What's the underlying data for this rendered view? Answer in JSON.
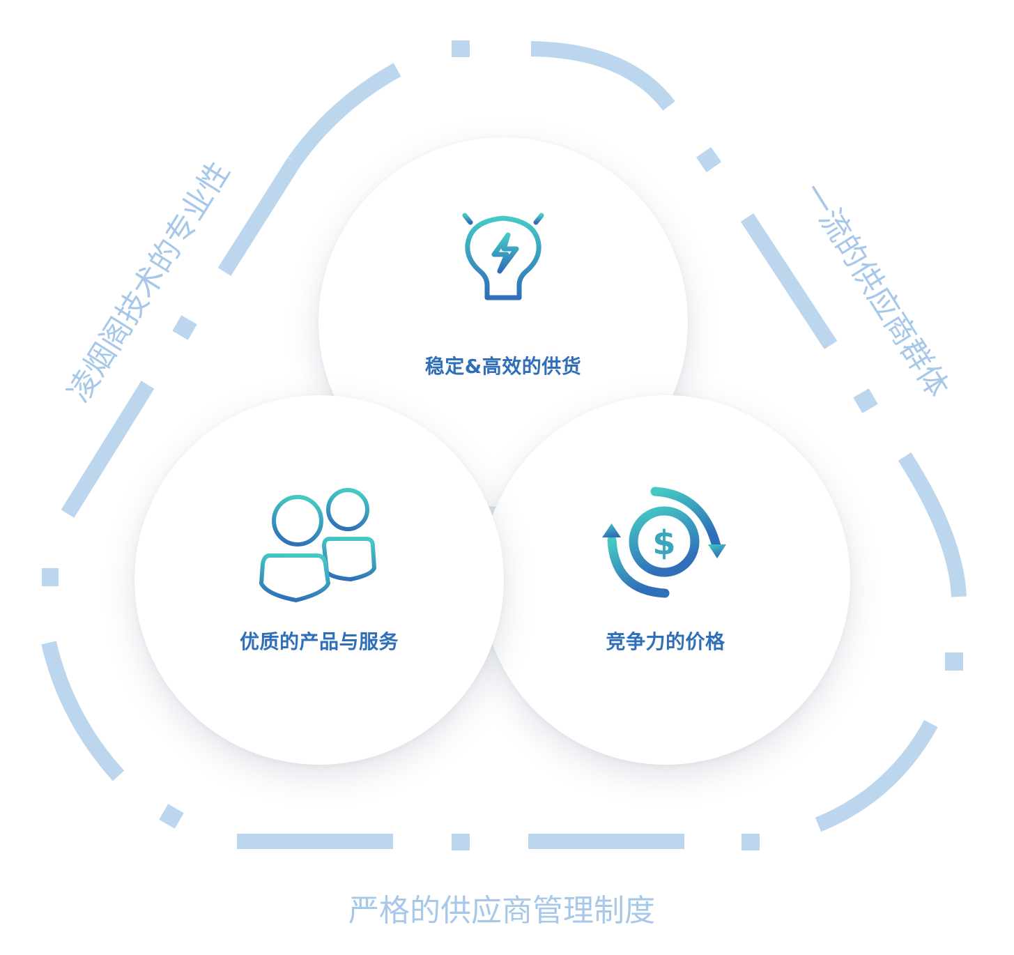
{
  "outer_labels": {
    "left": "凌烟阁技术的专业性",
    "right": "一流的供应商群体",
    "bottom": "严格的供应商管理制度"
  },
  "circles": {
    "top": {
      "label": "稳定&高效的供货",
      "icon": "lightbulb-icon"
    },
    "left": {
      "label": "优质的产品与服务",
      "icon": "users-icon"
    },
    "right": {
      "label": "竞争力的价格",
      "icon": "dollar-cycle-icon"
    }
  },
  "colors": {
    "ring": "#bcd6ee",
    "outer_text": "#a7c8e8",
    "label": "#2f6eb8",
    "icon_gradient_start": "#45c9c4",
    "icon_gradient_end": "#2f6eb8"
  }
}
